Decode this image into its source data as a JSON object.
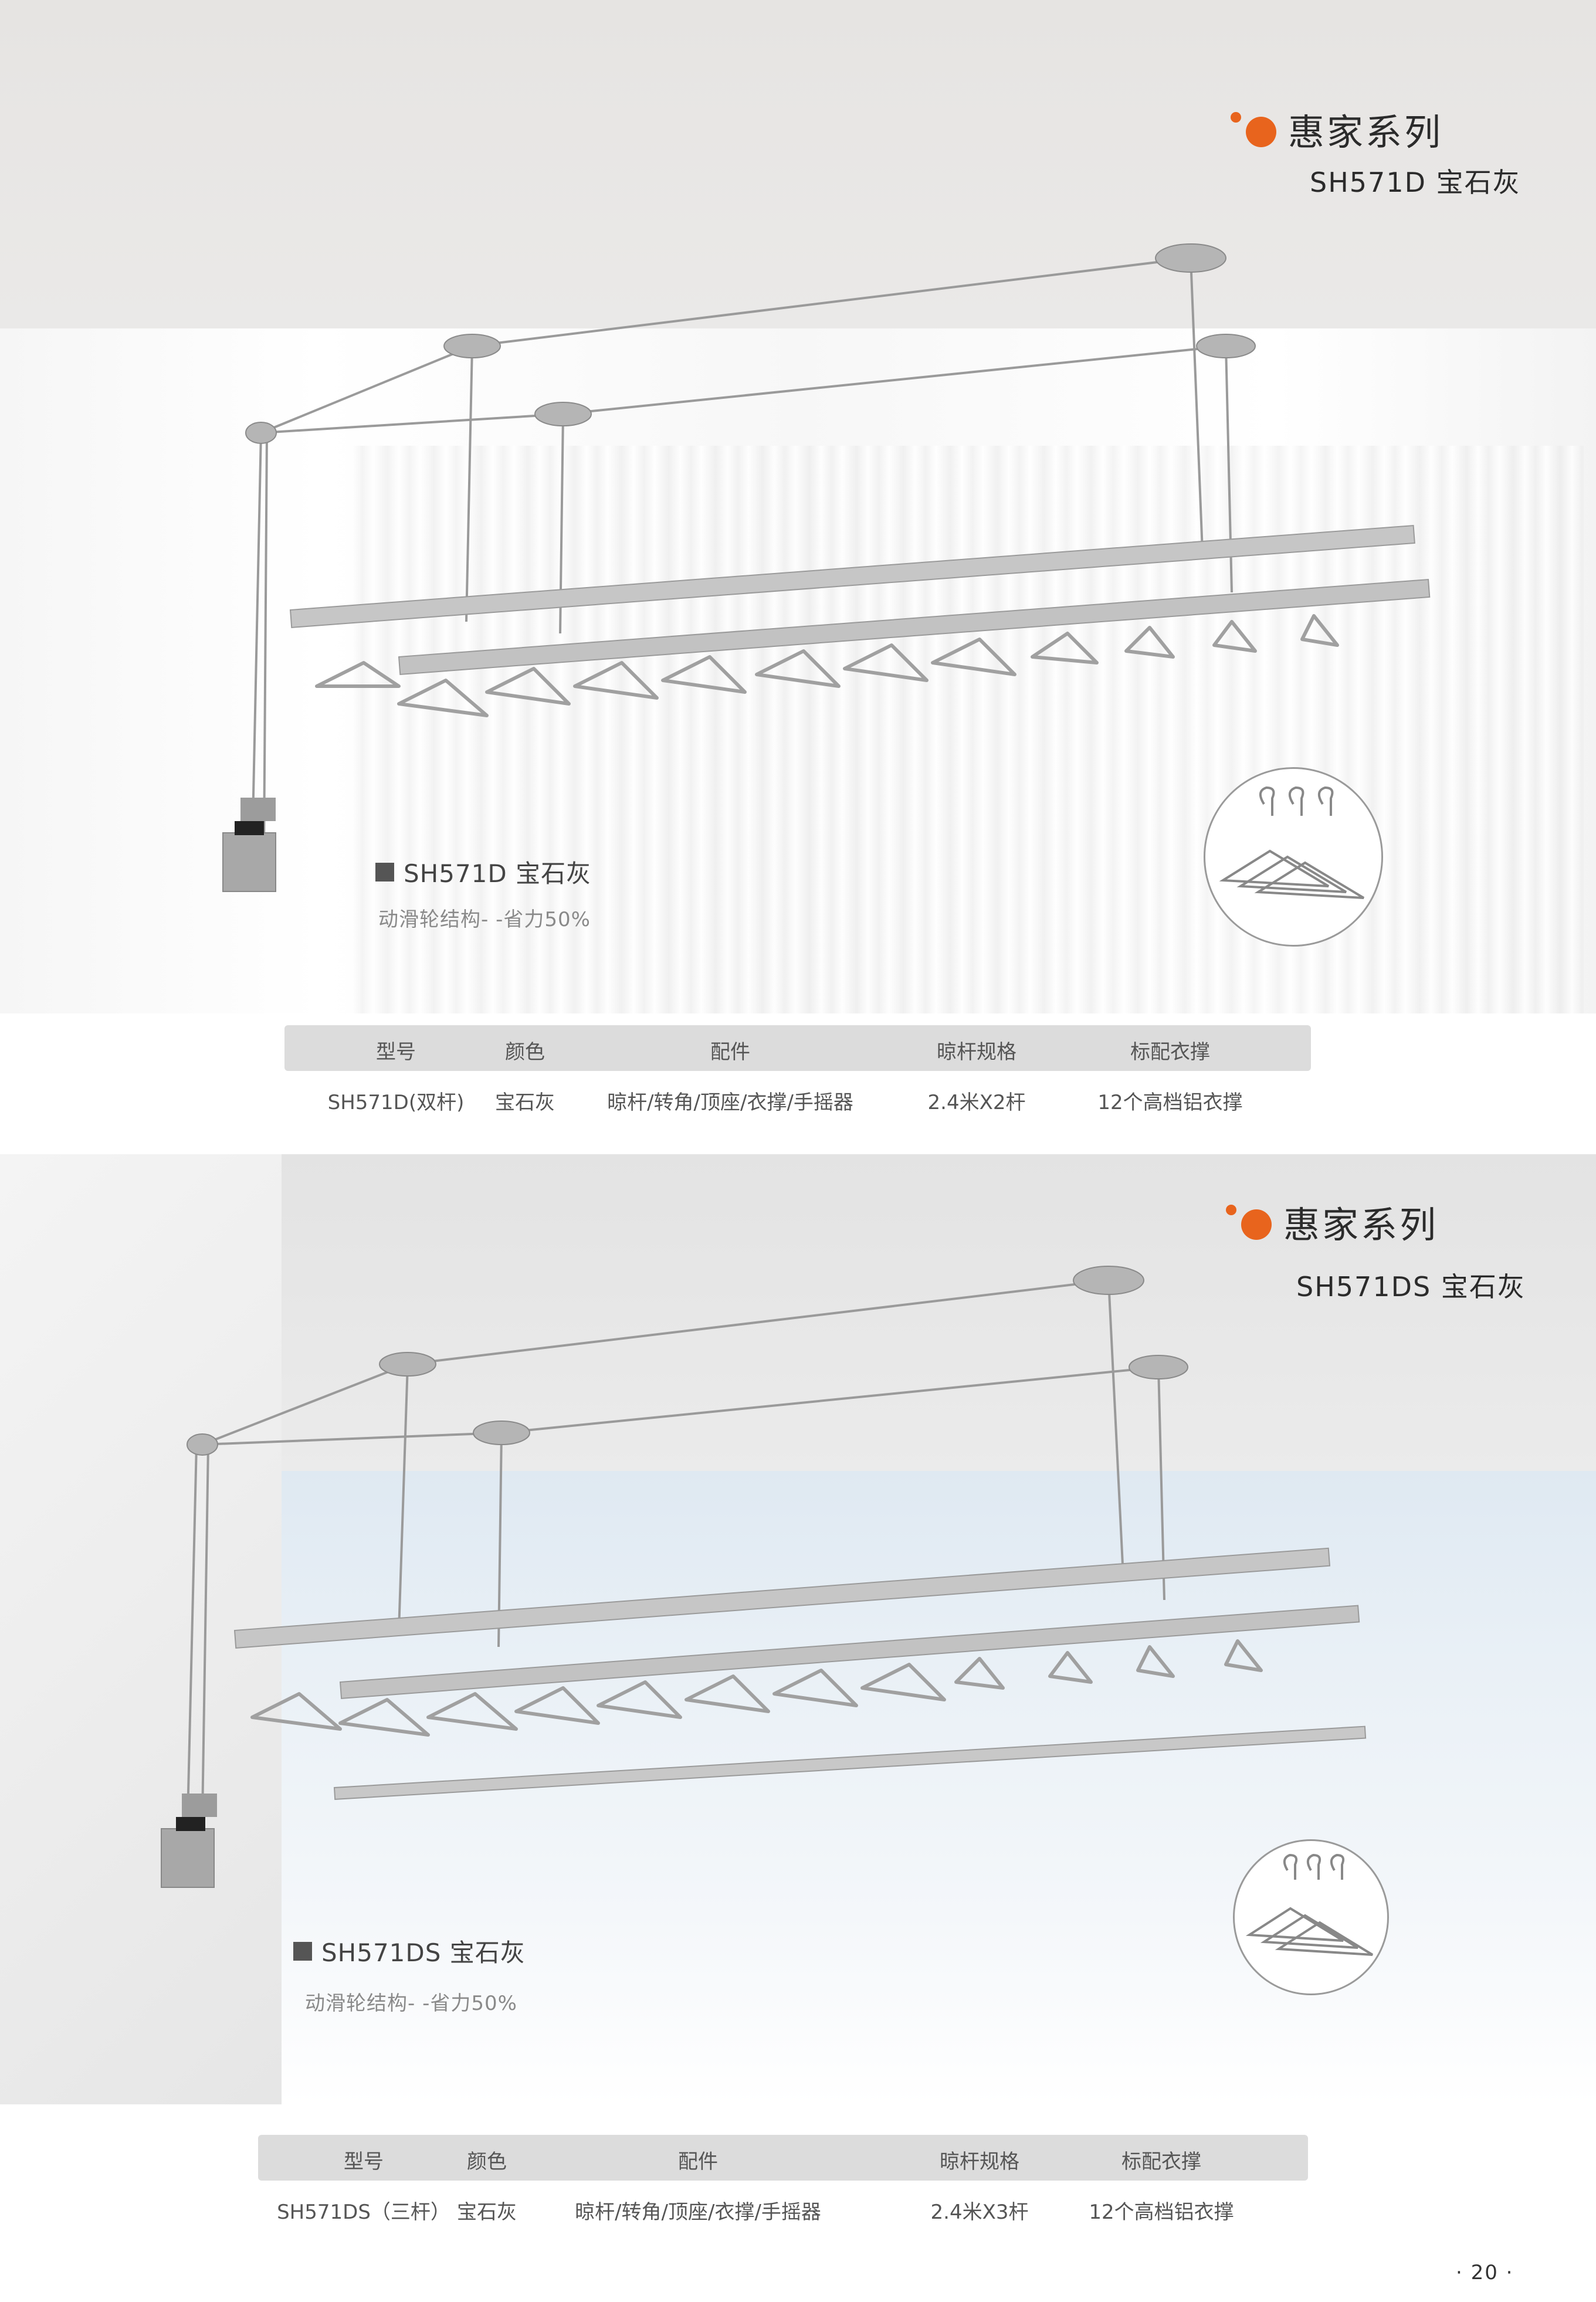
{
  "brand": {
    "series_name": "惠家系列",
    "accent_color": "#e8641d"
  },
  "products": [
    {
      "model_heading": "SH571D  宝石灰",
      "label": "SH571D  宝石灰",
      "feature": "动滑轮结构- -省力50%",
      "table": {
        "headers": [
          "型号",
          "颜色",
          "配件",
          "晾杆规格",
          "标配衣撑"
        ],
        "values": [
          "SH571D(双杆)",
          "宝石灰",
          "晾杆/转角/顶座/衣撑/手摇器",
          "2.4米X2杆",
          "12个高档铝衣撑"
        ]
      }
    },
    {
      "model_heading": "SH571DS  宝石灰",
      "label": "SH571DS  宝石灰",
      "feature": "动滑轮结构- -省力50%",
      "table": {
        "headers": [
          "型号",
          "颜色",
          "配件",
          "晾杆规格",
          "标配衣撑"
        ],
        "values": [
          "SH571DS（三杆）",
          "宝石灰",
          "晾杆/转角/顶座/衣撑/手摇器",
          "2.4米X3杆",
          "12个高档铝衣撑"
        ]
      }
    }
  ],
  "page_number": "· 20 ·",
  "icons": [
    "orange-dots-logo-icon",
    "square-bullet-icon",
    "hanger-detail-icon"
  ]
}
